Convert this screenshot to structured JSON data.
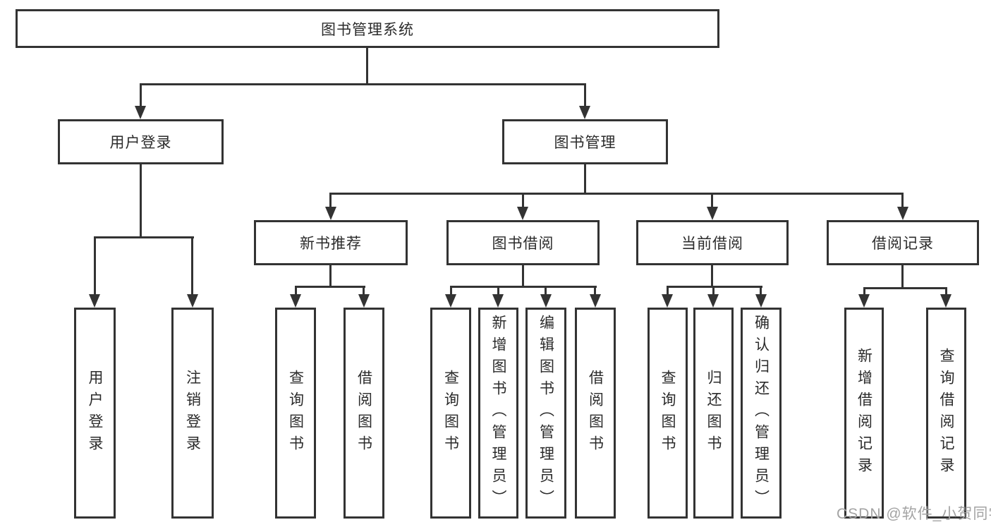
{
  "colors": {
    "line": "#333333",
    "text": "#2b2b2b",
    "watermark": "#a3a3a3",
    "bg": "#ffffff"
  },
  "nodes": {
    "root": "图书管理系统",
    "user_login": "用户登录",
    "book_management": "图书管理",
    "new_book_recommend": "新书推荐",
    "book_borrowing": "图书借阅",
    "current_borrowing": "当前借阅",
    "borrowing_records": "借阅记录",
    "ul_user_login": "用户登录",
    "ul_logout": "注销登录",
    "nbr_query_books": "查询图书",
    "nbr_borrow_books": "借阅图书",
    "bb_query_books": "查询图书",
    "bb_add_books": "新增图书（管理员）",
    "bb_edit_books": "编辑图书（管理员）",
    "bb_borrow_books": "借阅图书",
    "cb_query_books": "查询图书",
    "cb_return_books": "归还图书",
    "cb_confirm_return": "确认归还（管理员）",
    "br_add_record": "新增借阅记录",
    "br_query_record": "查询借阅记录"
  },
  "watermark": "CSDN @软件_小贺同学"
}
